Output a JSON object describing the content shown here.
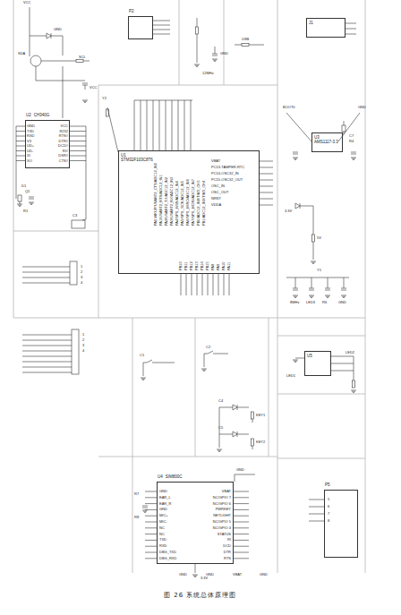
{
  "diagram": {
    "caption": "图 26 系统总体原理图",
    "nodes": [
      {
        "text": [
          "P2"
        ]
      },
      {
        "text": [
          "J1"
        ]
      },
      {
        "text": [
          "U2",
          "CH340G"
        ]
      },
      {
        "text": [
          "U3",
          "AMS1117-3.3"
        ]
      },
      {
        "text": [
          "U1",
          "STM32F103C8T6"
        ]
      },
      {
        "text": [
          "U5"
        ]
      },
      {
        "text": [
          "U4",
          "SIM800C"
        ]
      },
      {
        "text": [
          "P5"
        ]
      }
    ],
    "labels": [
      "GND",
      "TXD",
      "RXD",
      "V3",
      "UD+",
      "UD-",
      "XI",
      "XO",
      "VCC",
      "R232",
      "RTS#",
      "DTR#",
      "DCD#",
      "RI#",
      "DSR#",
      "CTS#",
      "PA0-WKUP/USART2_CTS/ADC12_IN0",
      "PA1/USART2_RTS/ADC12_IN1",
      "PA2/USART2_TX/ADC12_IN2",
      "PA3/USART2_RX/ADC12_IN3",
      "PA4/SPI1_NSS/ADC12_IN4",
      "PA5/SPI1_SCK/ADC12_IN5",
      "PA6/SPI1_MISO/ADC12_IN6",
      "PA7/SPI1_MOSI/ADC12_IN7",
      "PB0/ADC12_IN8/TIM3_CH3",
      "PB1/ADC12_IN9/TIM3_CH4",
      "VBAT",
      "PC13-TAMPER-RTC",
      "PC14-OSC32_IN",
      "PC15-OSC32_OUT",
      "OSC_IN",
      "OSC_OUT",
      "NRST",
      "VDDA",
      "PB10",
      "PB11",
      "PB12",
      "PB13",
      "PB14",
      "PB15",
      "PA8",
      "PA9",
      "PA10",
      "PA11",
      "GND",
      "EAR_L",
      "EAR_R",
      "GND",
      "MIC+",
      "MIC-",
      "NC",
      "NC",
      "TXD",
      "RXD",
      "DBG_TXD",
      "DBG_RXD",
      "VBAT",
      "NC/GPIO 7",
      "NC/GPIO 6",
      "PWRKEY",
      "NETLIGHT",
      "NC/GPIO 5",
      "NC/GPIO 4",
      "STATUS",
      "RI",
      "DCD",
      "DTR",
      "RTS",
      "1",
      "2",
      "3",
      "4",
      "1",
      "2",
      "3",
      "4",
      "5",
      "6",
      "7",
      "8",
      "VCC",
      "GND",
      "SDA",
      "SCL",
      "VCC",
      "D1",
      "Q1",
      "R1",
      "C3",
      "Y2",
      "12MHz",
      "GND",
      "USB",
      "BOOT0",
      "GND",
      "C7",
      "R4",
      "3.3V",
      "5V",
      "Y1",
      "8MHz",
      "LED3",
      "R6",
      "GND",
      "C1",
      "C2",
      "C4",
      "C5",
      "KEY1",
      "KEY2",
      "LED1",
      "LED2",
      "R7",
      "R8",
      "GND",
      "3.3V",
      "GND",
      "GND",
      "VBAT",
      "GND"
    ]
  }
}
